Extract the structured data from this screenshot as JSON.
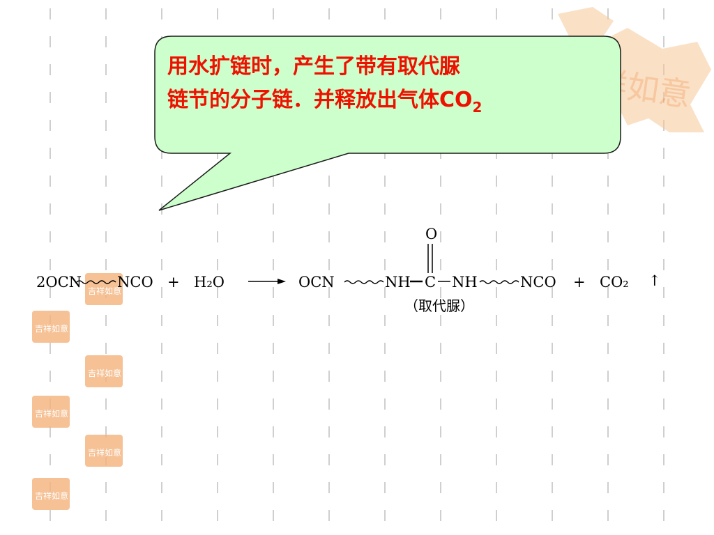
{
  "slide": {
    "callout": {
      "line1": "用水扩链时，产生了带有取代脲",
      "line2": "链节的分子链．并释放出气体",
      "gas": "CO",
      "gas_sub": "2",
      "text_color": "#ee1100",
      "fill_color": "#ccffcc"
    },
    "equation": {
      "reactant1": "2OCN",
      "reactant1_end": "NCO",
      "plus": "+",
      "water": "H₂O",
      "product_start": "OCN",
      "nh_left": "NH",
      "carbon": "C",
      "oxygen": "O",
      "nh_right": "NH",
      "product_end": "NCO",
      "plus2": "+",
      "co2": "CO₂",
      "gas_arrow": "↑",
      "group_label": "（取代脲）"
    },
    "decor": {
      "seal_text": "吉祥如意",
      "seal_color": "#f2b27a"
    }
  }
}
